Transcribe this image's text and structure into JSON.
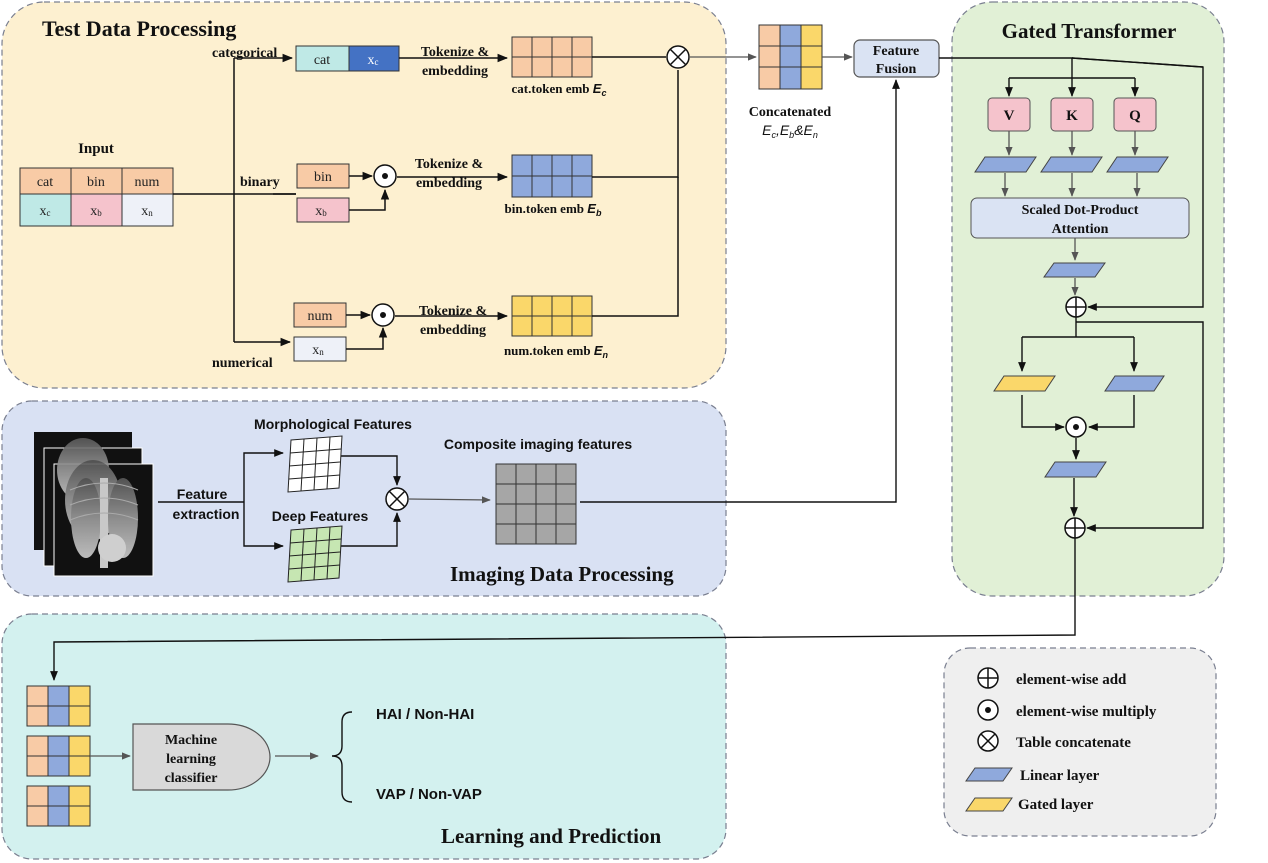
{
  "panels": {
    "test": {
      "title": "Test Data Processing"
    },
    "imaging": {
      "title": "Imaging Data Processing"
    },
    "learning": {
      "title": "Learning and Prediction"
    },
    "gated": {
      "title": "Gated Transformer"
    }
  },
  "input": {
    "title": "Input",
    "headers": [
      "cat",
      "bin",
      "num"
    ],
    "values": [
      "x",
      "x",
      "x"
    ],
    "subs": [
      "c",
      "b",
      "n"
    ]
  },
  "branches": {
    "categorical": "categorical",
    "binary": "binary",
    "numerical": "numerical",
    "cat_label": "cat",
    "bin_label": "bin",
    "num_label": "num",
    "x": "x",
    "sub_c": "c",
    "sub_b": "b",
    "sub_n": "n"
  },
  "tokenize": {
    "line1": "Tokenize &",
    "line2": "embedding"
  },
  "embeddings": {
    "cat": {
      "text": "cat.token emb ",
      "E": "E",
      "sub": "c"
    },
    "bin": {
      "text": "bin.token emb ",
      "E": "E",
      "sub": "b"
    },
    "num": {
      "text": "num.token emb ",
      "E": "E",
      "sub": "n"
    }
  },
  "concat": {
    "line1": "Concatenated",
    "E": "E",
    "sub_c": "c",
    "sub_b": "b",
    "sub_n": "n",
    "comma": ",",
    "amp": "&"
  },
  "fusion": {
    "line1": "Feature",
    "line2": "Fusion"
  },
  "transformer": {
    "v": "V",
    "k": "K",
    "q": "Q",
    "attn1": "Scaled Dot-Product",
    "attn2": "Attention"
  },
  "imaging": {
    "morph": "Morphological Features",
    "deep": "Deep Features",
    "extract1": "Feature",
    "extract2": "extraction",
    "composite": "Composite imaging features"
  },
  "learning": {
    "clf1": "Machine",
    "clf2": "learning",
    "clf3": "classifier",
    "out1": "HAI / Non-HAI",
    "out2": "VAP / Non-VAP"
  },
  "legend": {
    "add": "element-wise add",
    "mul": "element-wise multiply",
    "cat": "Table concatenate",
    "linear": "Linear layer",
    "gated": "Gated layer"
  },
  "colors": {
    "test_bg": "#fdf0d0",
    "imaging_bg": "#d9e1f3",
    "learning_bg": "#d3f1ef",
    "gated_bg": "#e1f0d6",
    "legend_bg": "#efefef",
    "orange": "#f8cba6",
    "blue": "#8fa9dc",
    "yellow": "#fad76a",
    "teal": "#bfe9e6",
    "pink": "#f5c3cc",
    "darkblue": "#4472c4"
  }
}
